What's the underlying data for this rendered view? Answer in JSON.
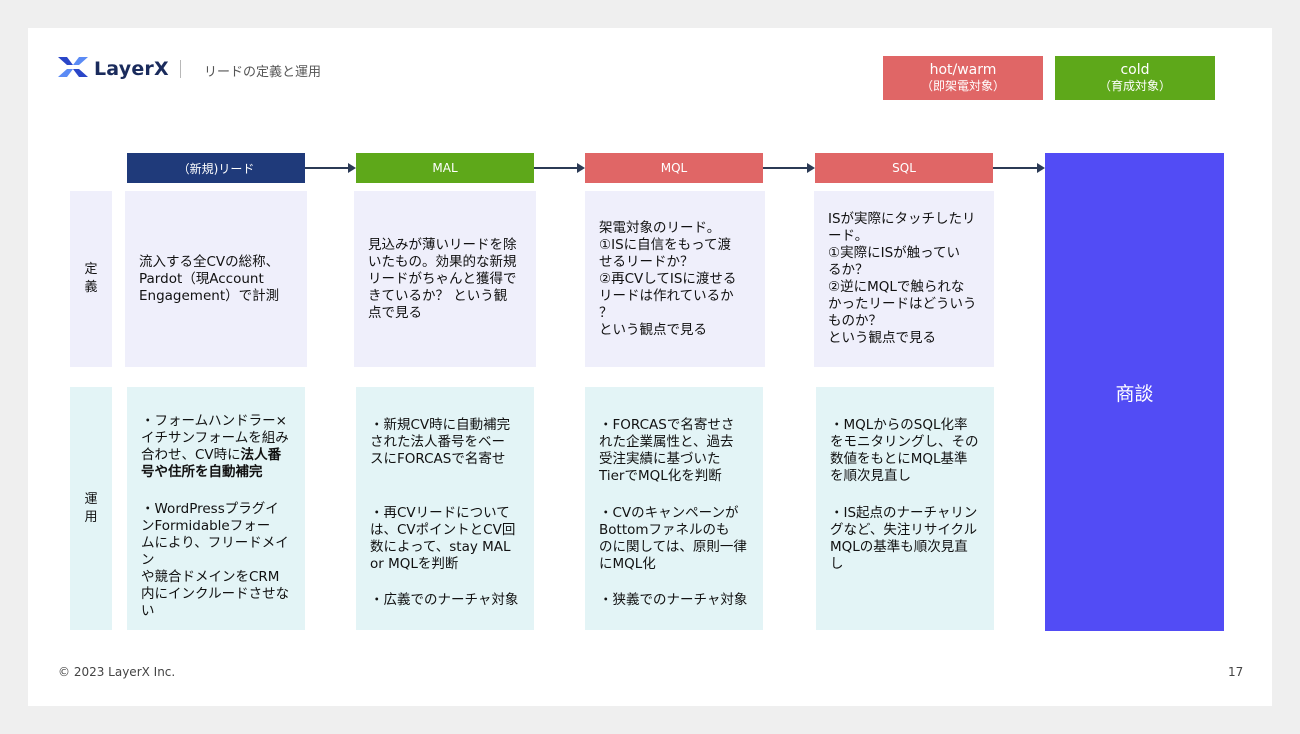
{
  "header": {
    "brand": "LayerX",
    "title": "リードの定義と運用"
  },
  "legend": [
    {
      "label": "hot/warm",
      "sub": "（即架電対象）",
      "color": "#e06666"
    },
    {
      "label": "cold",
      "sub": "（育成対象）",
      "color": "#5ea81a"
    }
  ],
  "stages": [
    {
      "label": "（新規)リード",
      "color": "#1f3a7a"
    },
    {
      "label": "MAL",
      "color": "#5ea81a"
    },
    {
      "label": "MQL",
      "color": "#e06666"
    },
    {
      "label": "SQL",
      "color": "#e06666"
    }
  ],
  "row_labels": {
    "definition": [
      "定",
      "義"
    ],
    "operation": [
      "運",
      "用"
    ]
  },
  "definitions": [
    "流入する全CVの総称、\nPardot（現Account\nEngagement）で計測",
    "見込みが薄いリードを除\nいたもの。効果的な新規\nリードがちゃんと獲得で\nきているか？ という観\n点で見る",
    "架電対象のリード。\n①ISに自信をもって渡\nせるリードか？\n②再CVしてISに渡せる\nリードは作れているか\n？\nという観点で見る",
    "ISが実際にタッチしたリ\nード。\n①実際にISが触ってい\nるか？\n②逆にMQLで触られな\nかったリードはどういう\nものか？\nという観点で見る"
  ],
  "operations": [
    {
      "p1": "・フォームハンドラー×\nイチサンフォームを組み\n合わせ、CV時に",
      "p1_bold": "法人番\n号や住所を自動補完",
      "p2": "・WordPressプラグイ\nンFormidableフォー\nムにより、フリードメイン\nや競合ドメインをCRM\n内にインクルードさせな\nい"
    },
    {
      "p1": "・新規CV時に自動補完\nされた法人番号をベー\nスにFORCASで名寄せ",
      "p2": "・再CVリードについて\nは、CVポイントとCV回\n数によって、stay MAL\nor MQLを判断",
      "p3": "・広義でのナーチャ対象"
    },
    {
      "p1": "・FORCASで名寄せさ\nれた企業属性と、過去\n受注実績に基づいた\nTierでMQL化を判断",
      "p2": "・CVのキャンペーンが\nBottomファネルのも\nのに関しては、原則一律\nにMQL化",
      "p3": "・狭義でのナーチャ対象"
    },
    {
      "p1": "・MQLからのSQL化率\nをモニタリングし、その\n数値をもとにMQL基準\nを順次見直し",
      "p2": "・IS起点のナーチャリン\nグなど、失注リサイクル\nMQLの基準も順次見直\nし"
    }
  ],
  "deal_label": "商談",
  "footer": {
    "copyright": "© 2023 LayerX Inc.",
    "page": "17"
  }
}
